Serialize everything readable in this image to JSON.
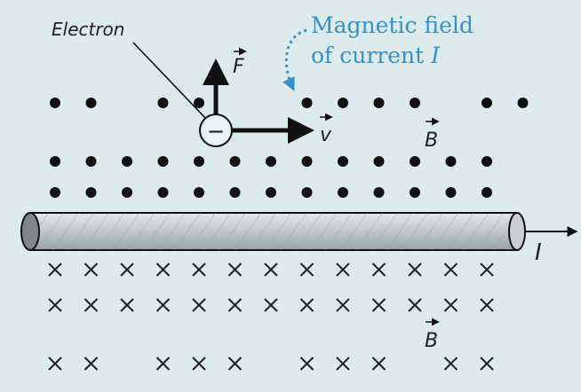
{
  "labels": {
    "electron": "Electron",
    "field_caption_line1": "Magnetic field",
    "field_caption_line2_prefix": "of current ",
    "field_caption_line2_var": "I",
    "force": "F",
    "velocity": "v",
    "b_above": "B",
    "b_below": "B",
    "current": "I",
    "charge": "−"
  },
  "colors": {
    "background": "#dcecec",
    "annotation_blue": "#3a8fc4",
    "ink": "#1a1a1a",
    "wire": "#b9c1c4"
  },
  "field": {
    "dots_rows": [
      [
        1,
        1,
        0,
        1,
        1,
        0,
        0,
        1,
        1,
        1,
        1,
        0,
        1,
        1
      ],
      [
        1,
        1,
        1,
        1,
        1,
        1,
        1,
        1,
        1,
        1,
        1,
        1,
        1
      ],
      [
        1,
        1,
        1,
        1,
        1,
        1,
        1,
        1,
        1,
        1,
        1,
        1,
        1
      ]
    ],
    "cross_rows": [
      [
        1,
        1,
        1,
        1,
        1,
        1,
        1,
        1,
        1,
        1,
        1,
        1,
        1
      ],
      [
        1,
        1,
        1,
        1,
        1,
        1,
        1,
        1,
        1,
        1,
        1,
        1,
        1
      ],
      [
        1,
        1,
        0,
        1,
        1,
        1,
        0,
        1,
        1,
        1,
        0,
        1,
        1
      ]
    ]
  }
}
